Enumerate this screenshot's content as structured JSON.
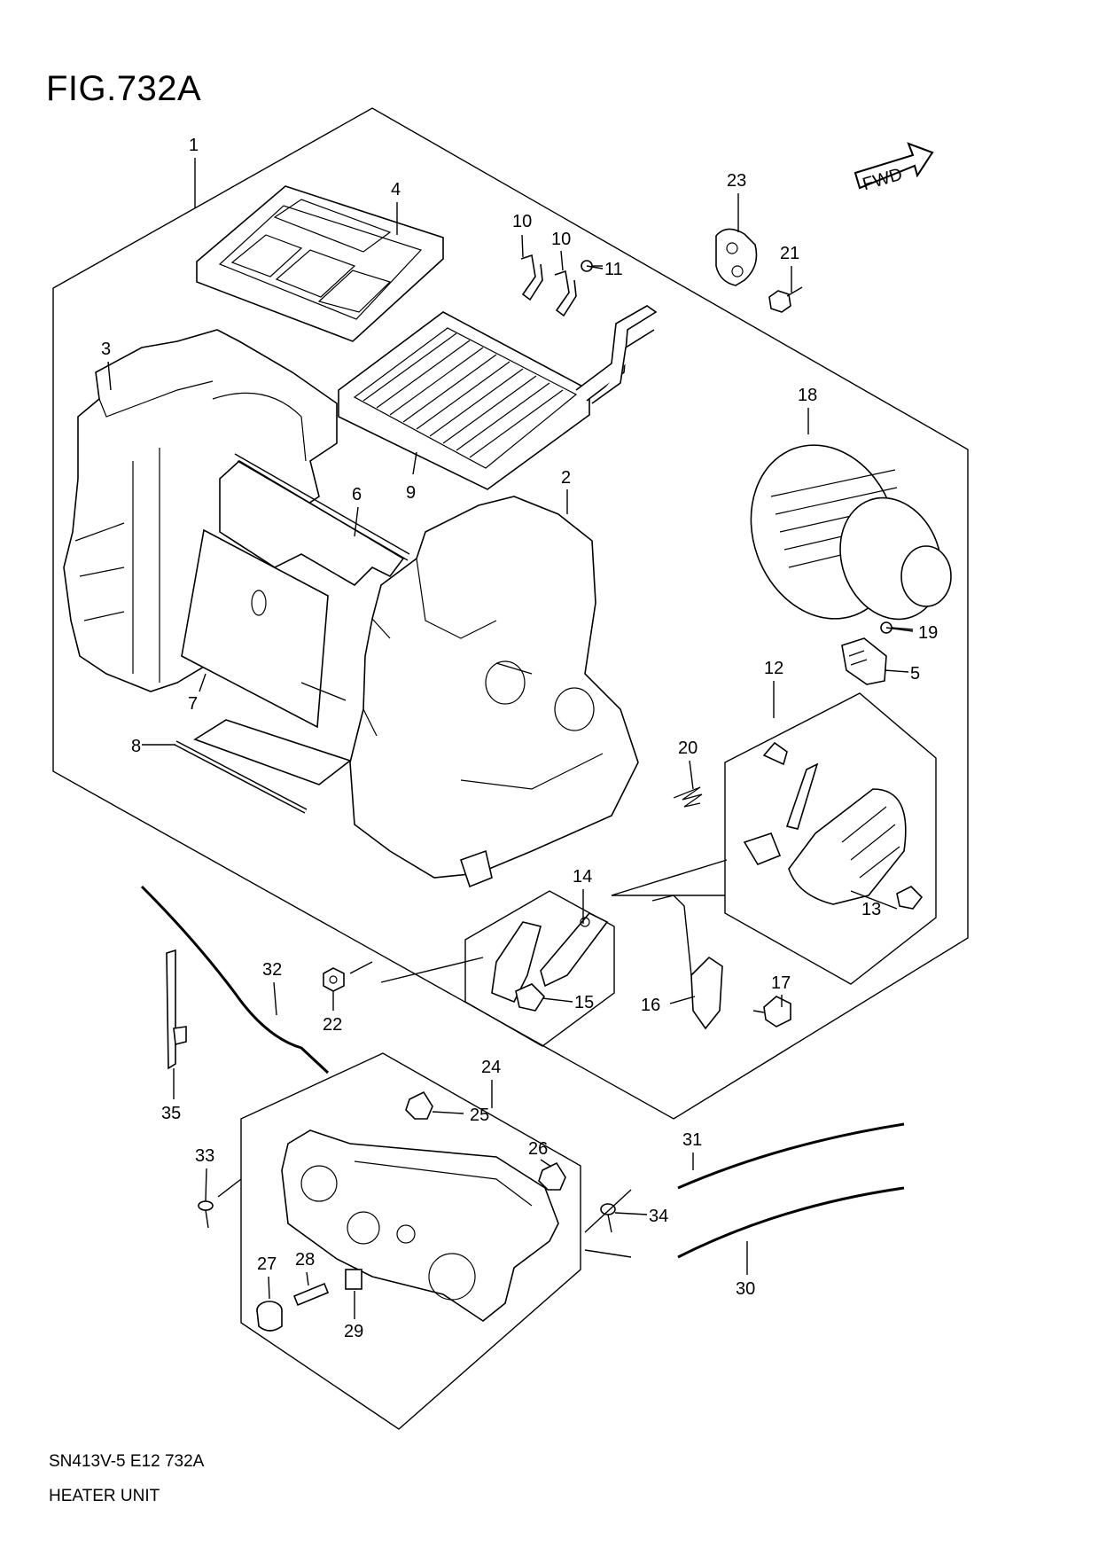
{
  "figure": {
    "title": "FIG.732A",
    "fwd_label": "FWD"
  },
  "footer": {
    "code": "SN413V-5 E12 732A",
    "name": "HEATER UNIT"
  },
  "callouts": {
    "c1": "1",
    "c2": "2",
    "c3": "3",
    "c4": "4",
    "c5": "5",
    "c6": "6",
    "c7": "7",
    "c8": "8",
    "c9": "9",
    "c10a": "10",
    "c10b": "10",
    "c11": "11",
    "c12": "12",
    "c13": "13",
    "c14": "14",
    "c15": "15",
    "c16": "16",
    "c17": "17",
    "c18": "18",
    "c19": "19",
    "c20": "20",
    "c21": "21",
    "c22": "22",
    "c23": "23",
    "c24": "24",
    "c25": "25",
    "c26": "26",
    "c27": "27",
    "c28": "28",
    "c29": "29",
    "c30": "30",
    "c31": "31",
    "c32": "32",
    "c33": "33",
    "c34": "34",
    "c35": "35"
  }
}
